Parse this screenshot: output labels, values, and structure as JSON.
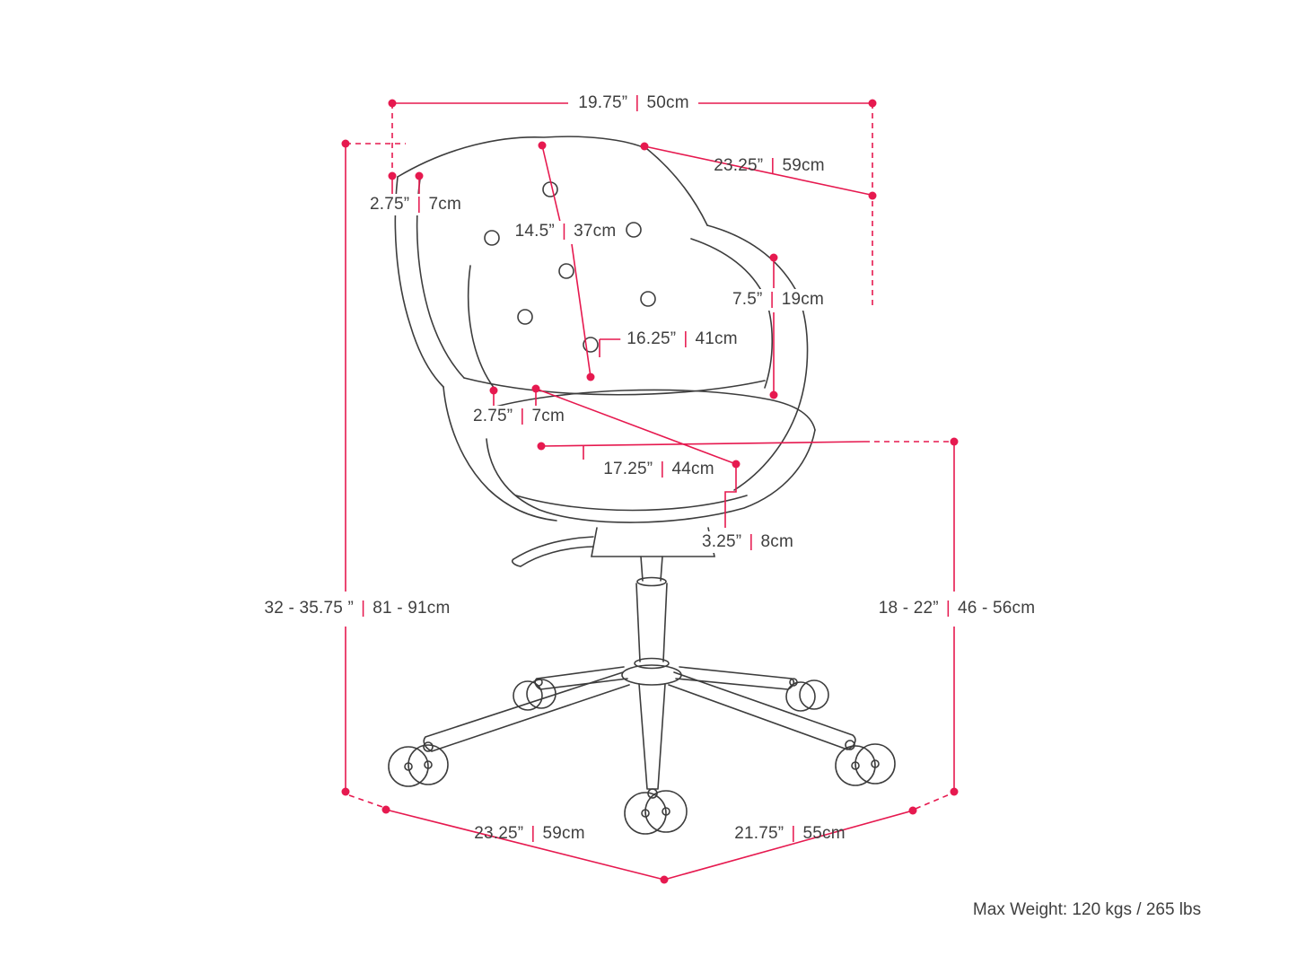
{
  "diagram": {
    "subject": "office-chair-dimension-diagram",
    "separator": "|",
    "accent_color": "#e6194f",
    "line_color": "#3d3d3d",
    "dimensions": {
      "top_width": {
        "inches": "19.75”",
        "cm": "50cm"
      },
      "back_width": {
        "inches": "23.25”",
        "cm": "59cm"
      },
      "back_side_thickness": {
        "inches": "2.75”",
        "cm": "7cm"
      },
      "backrest_length": {
        "inches": "14.5”",
        "cm": "37cm"
      },
      "armrest_height": {
        "inches": "7.5”",
        "cm": "19cm"
      },
      "seat_width": {
        "inches": "16.25”",
        "cm": "41cm"
      },
      "seat_cushion_thickness": {
        "inches": "2.75”",
        "cm": "7cm"
      },
      "seat_depth": {
        "inches": "17.25”",
        "cm": "44cm"
      },
      "seat_edge_thickness": {
        "inches": "3.25”",
        "cm": "8cm"
      },
      "overall_height": {
        "inches": "32 - 35.75 ”",
        "cm": "81 - 91cm"
      },
      "seat_height": {
        "inches": "18 - 22”",
        "cm": "46 - 56cm"
      },
      "base_width": {
        "inches": "23.25”",
        "cm": "59cm"
      },
      "base_depth": {
        "inches": "21.75”",
        "cm": "55cm"
      }
    },
    "max_weight": "Max Weight: 120 kgs / 265 lbs"
  }
}
